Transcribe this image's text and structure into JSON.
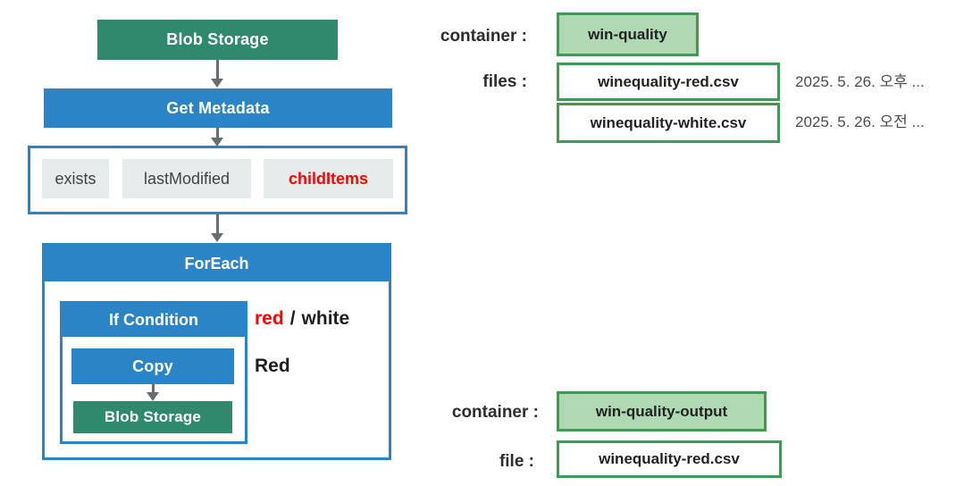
{
  "colors": {
    "blue": "#2b84c6",
    "green": "#2f8a6d",
    "green_light": "#aed9b2",
    "green_border": "#3f9b52",
    "chip_bg": "#e6ebeb",
    "red": "#fe0000",
    "arrow": "#666e74",
    "text_dark": "#2d2d2d",
    "text_gray": "#4b4b4b"
  },
  "pipeline": {
    "source_label": "Blob Storage",
    "get_metadata_label": "Get Metadata",
    "metadata_fields": [
      {
        "label": "exists",
        "highlight": false
      },
      {
        "label": "lastModified",
        "highlight": false
      },
      {
        "label": "childItems",
        "highlight": true
      }
    ],
    "foreach_label": "ForEach",
    "if_condition_label": "If Condition",
    "branch_note": {
      "red": "red",
      "sep": "/",
      "white": "white"
    },
    "copy_label": "Copy",
    "copy_note": "Red",
    "sink_label": "Blob Storage"
  },
  "input": {
    "container_label": "container :",
    "container_name": "win-quality",
    "files_label": "files :",
    "files": [
      {
        "name": "winequality-red.csv",
        "modified": "2025. 5. 26. 오후 ..."
      },
      {
        "name": "winequality-white.csv",
        "modified": "2025. 5. 26. 오전 ..."
      }
    ]
  },
  "output": {
    "container_label": "container :",
    "container_name": "win-quality-output",
    "file_label": "file :",
    "file_name": "winequality-red.csv"
  }
}
